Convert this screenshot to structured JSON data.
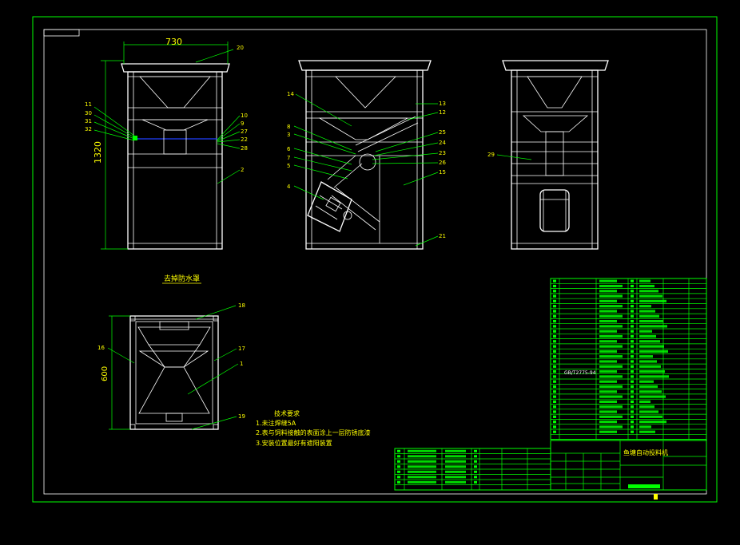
{
  "colors": {
    "background": "#000000",
    "frame": "#00ff00",
    "lines": "#ffffff",
    "text": "#ffff00",
    "highlight": "#2040ff"
  },
  "front_view": {
    "width_dim": "730",
    "height_dim": "1320",
    "left_labels": [
      "11",
      "30",
      "31",
      "32"
    ],
    "right_labels": [
      "20",
      "10",
      "9",
      "27",
      "22",
      "28",
      "2"
    ]
  },
  "middle_view": {
    "left_labels": [
      "14",
      "8",
      "3",
      "6",
      "7",
      "5",
      "4"
    ],
    "right_labels": [
      "13",
      "12",
      "25",
      "24",
      "23",
      "26",
      "15",
      "21"
    ]
  },
  "side_view": {
    "labels": [
      "29"
    ]
  },
  "top_view": {
    "title": "去掉防水罩",
    "width_dim": "600",
    "labels": [
      "18",
      "16",
      "17",
      "1",
      "19"
    ]
  },
  "tech_notes": {
    "title": "技术要求",
    "lines": [
      "1.未注焊缝5A",
      "2.表与饲料接触的表面涂上一层防锈底漆",
      "3.安装位置最好有遮阳装置"
    ]
  },
  "bom_marks": {
    "standard": "GB/T2775-94"
  },
  "title_block": {
    "name": "鱼塘自动投料机"
  }
}
